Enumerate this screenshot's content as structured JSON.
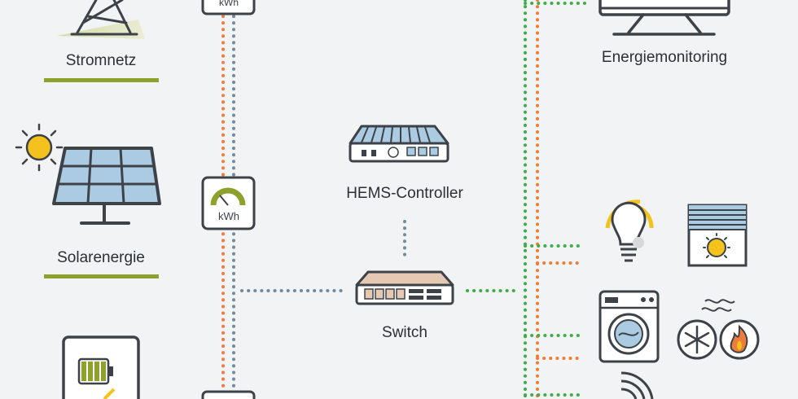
{
  "labels": {
    "stromnetz": "Stromnetz",
    "solarenergie": "Solarenergie",
    "hems_controller": "HEMS-Controller",
    "switch": "Switch",
    "energiemonitoring": "Energiemonitoring"
  },
  "meters": {
    "top_unit": "kWh",
    "middle_unit": "kWh"
  },
  "colors": {
    "background": "#f2f3f4",
    "outline": "#3d4249",
    "accent_green": "#8ea12d",
    "line_orange": "#ee7d3b",
    "line_gray": "#6f8ba0",
    "line_green": "#3fae49",
    "panel_blue": "#aacbe2",
    "sun_yellow": "#f4c21c",
    "battery_green": "#8ea12d"
  },
  "icons": [
    "power-pylon-icon",
    "solar-panel-icon",
    "sun-icon",
    "battery-icon",
    "energy-meter-icon",
    "hems-controller-icon",
    "network-switch-icon",
    "monitor-icon",
    "light-bulb-icon",
    "window-blind-icon",
    "washing-machine-icon",
    "heat-pump-icon",
    "wifi-signal-icon"
  ]
}
